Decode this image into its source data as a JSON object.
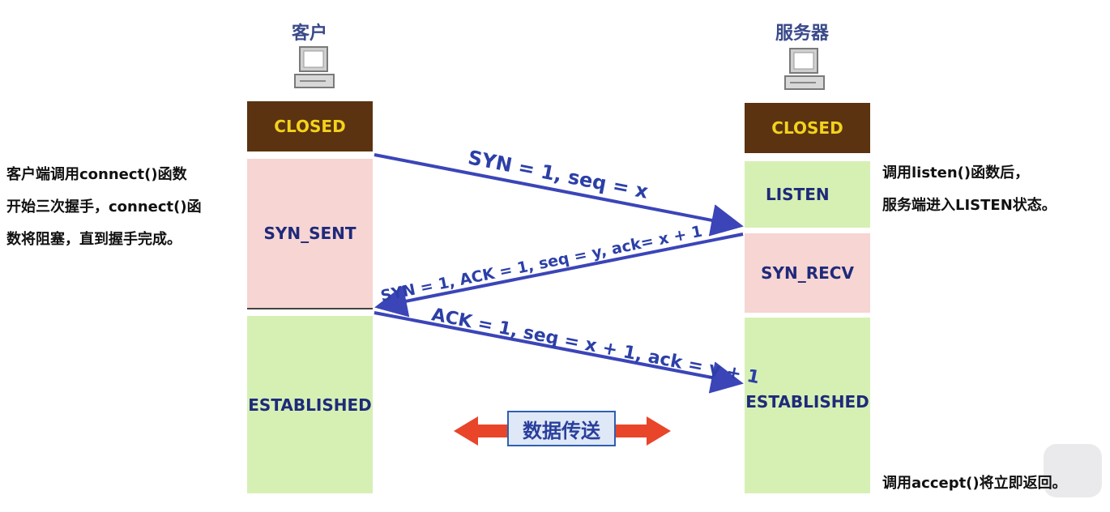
{
  "client": {
    "title": "客户",
    "states": [
      "CLOSED",
      "SYN_SENT",
      "ESTABLISHED"
    ],
    "note_lines": [
      "客户端调用connect()函数",
      "开始三次握手，connect()函",
      "数将阻塞，直到握手完成。"
    ]
  },
  "server": {
    "title": "服务器",
    "states": [
      "CLOSED",
      "LISTEN",
      "SYN_RECV",
      "ESTABLISHED"
    ],
    "note_lines": [
      "调用listen()函数后，",
      "服务端进入LISTEN状态。"
    ],
    "accept_note": "调用accept()将立即返回。"
  },
  "messages": [
    "SYN = 1, seq = x",
    "SYN = 1, ACK = 1, seq = y, ack= x + 1",
    "ACK = 1, seq = x + 1, ack = y + 1"
  ],
  "data_transfer": "数据传送",
  "colors": {
    "arrow": "#3b45b8",
    "closed_bg": "#5b3310",
    "closed_text": "#f3d21c",
    "pink": "#f6d5d3",
    "green": "#d6f0b4",
    "red_arrow": "#e8452a"
  },
  "icons": [
    "computer-icon",
    "computer-icon",
    "double-arrow-icon",
    "logo-icon"
  ]
}
